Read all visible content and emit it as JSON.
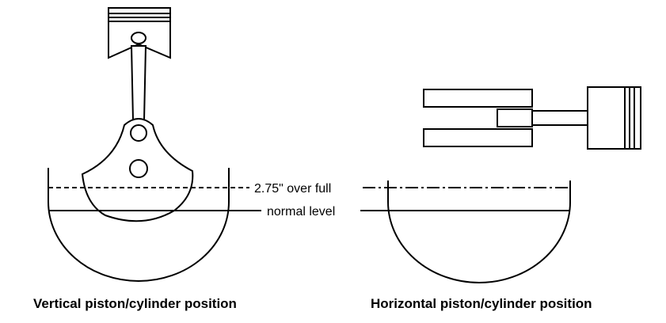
{
  "labels": {
    "overfull": "2.75\" over full",
    "normal": "normal level"
  },
  "captions": {
    "vertical": "Vertical piston/cylinder position",
    "horizontal": "Horizontal piston/cylinder position"
  }
}
